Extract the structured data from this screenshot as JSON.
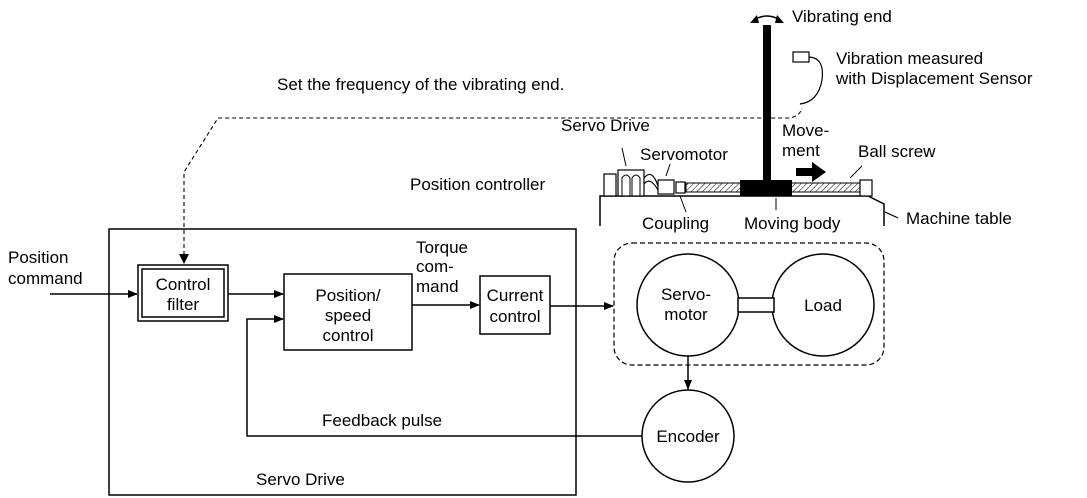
{
  "labels": {
    "vibrating_end": "Vibrating end",
    "vibration_measured_1": "Vibration measured",
    "vibration_measured_2": "with Displacement Sensor",
    "set_frequency": "Set the frequency of the vibrating end.",
    "servo_drive_top": "Servo Drive",
    "servomotor_top": "Servomotor",
    "movement_1": "Move-",
    "movement_2": "ment",
    "ball_screw": "Ball screw",
    "position_controller": "Position controller",
    "coupling": "Coupling",
    "moving_body": "Moving body",
    "machine_table": "Machine table",
    "position_command_1": "Position",
    "position_command_2": "command",
    "torque_command_1": "Torque",
    "torque_command_2": "com-",
    "torque_command_3": "mand",
    "control_filter_1": "Control",
    "control_filter_2": "filter",
    "pos_speed_1": "Position/",
    "pos_speed_2": "speed",
    "pos_speed_3": "control",
    "current_control_1": "Current",
    "current_control_2": "control",
    "servo_motor_1": "Servo-",
    "servo_motor_2": "motor",
    "load": "Load",
    "encoder": "Encoder",
    "feedback_pulse": "Feedback pulse",
    "servo_drive_bottom": "Servo Drive"
  }
}
